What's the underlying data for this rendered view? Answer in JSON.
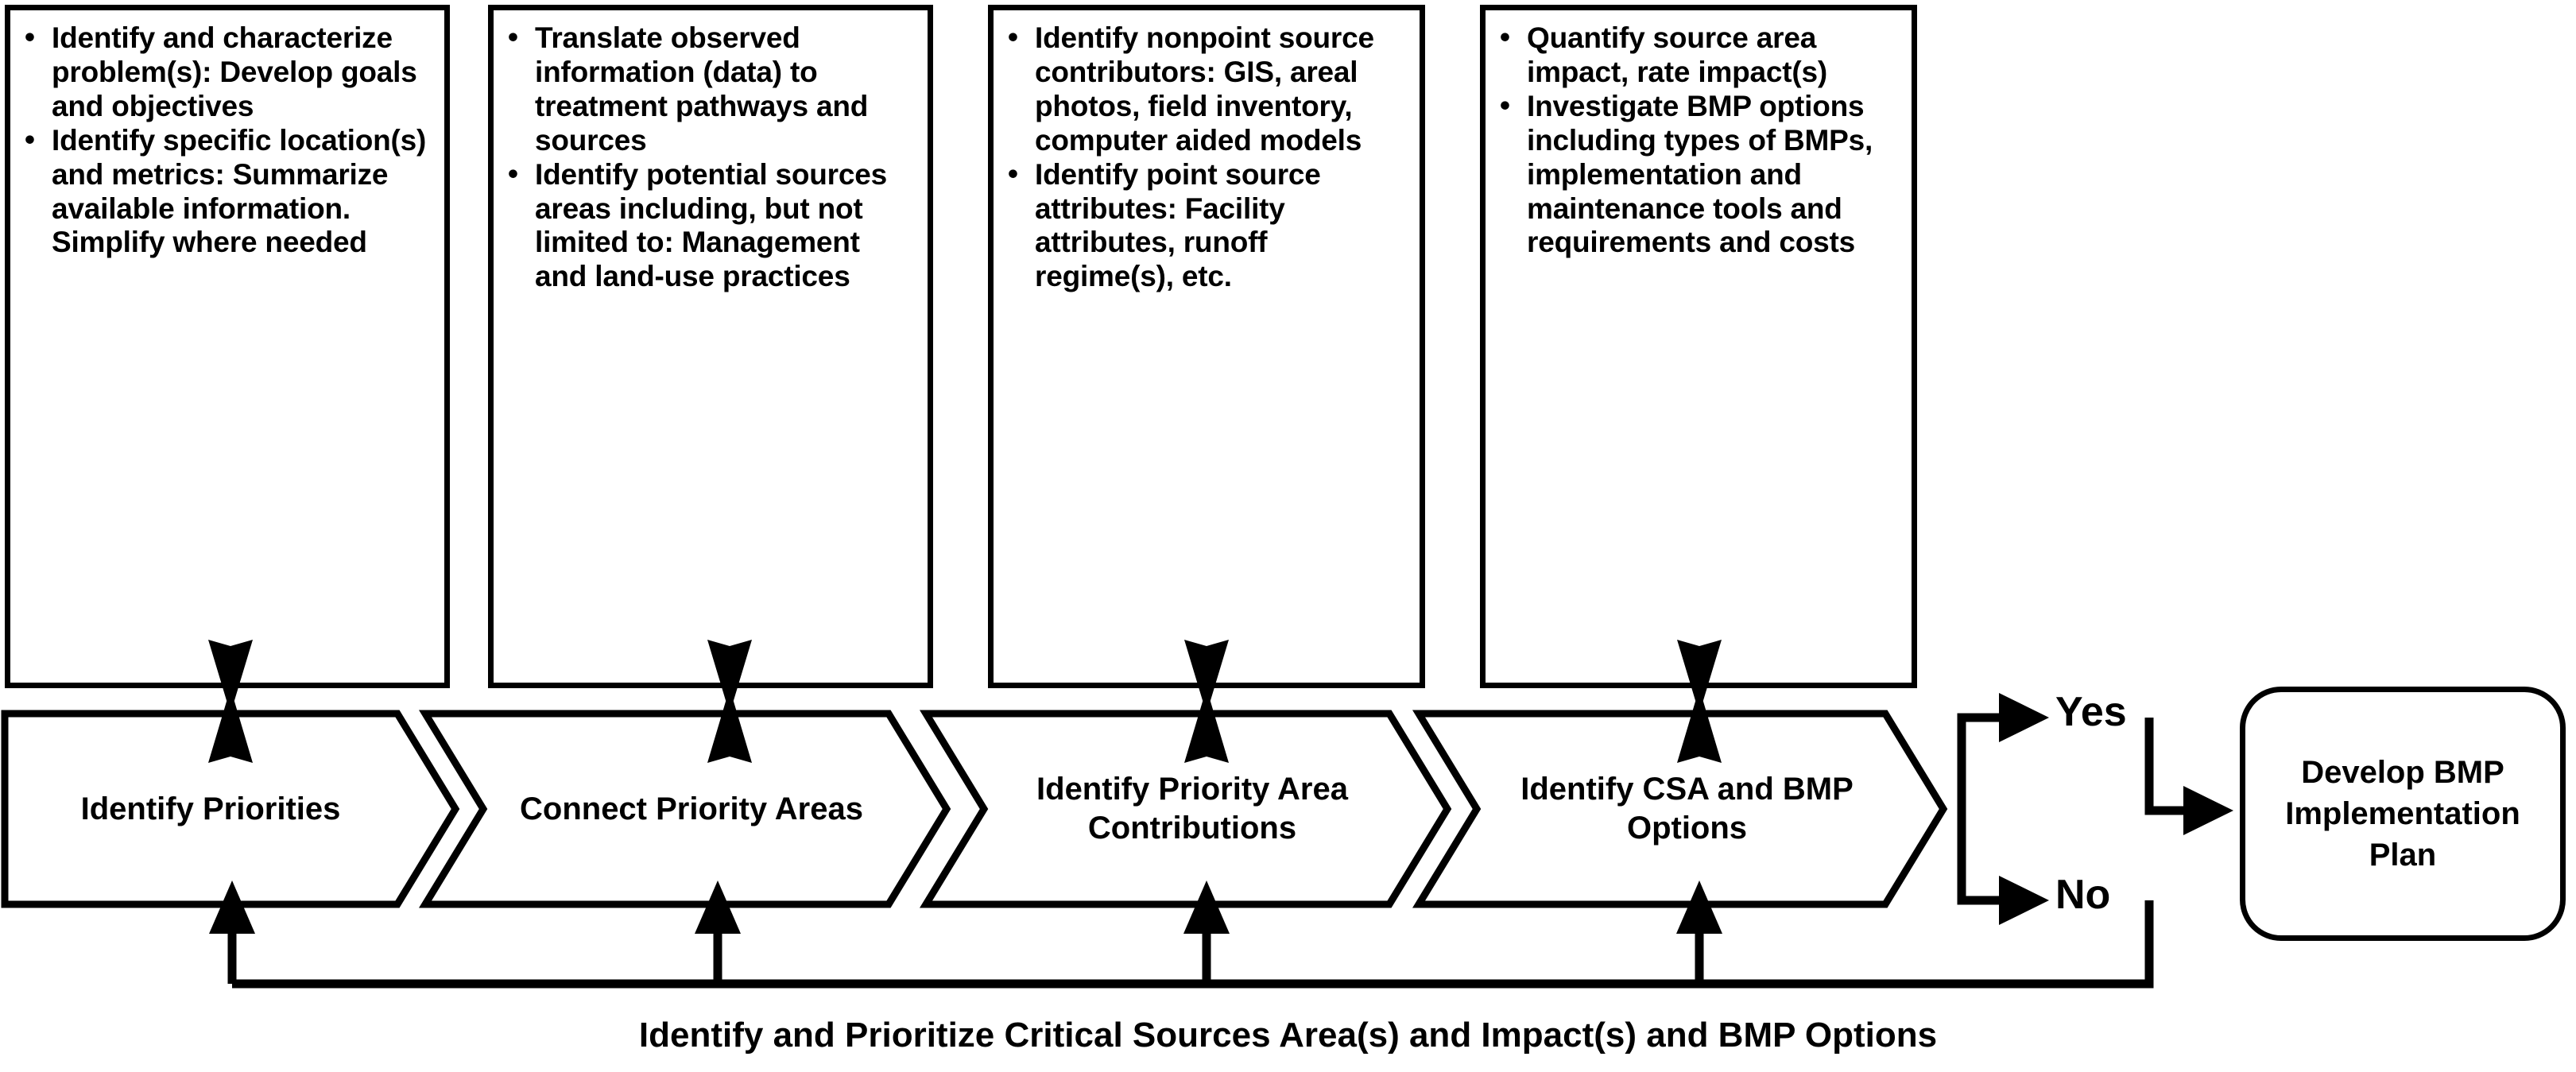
{
  "diagram": {
    "title": "Identify and Prioritize Critical Sources Area(s) and Impact(s) and BMP Options",
    "caption": "Identify and Prioritize Critical Sources Area(s) and Impact(s) and BMP Options",
    "colors": {
      "stroke": "#000000",
      "fill": "#ffffff",
      "text": "#000000"
    },
    "detail_boxes": [
      {
        "id": "detail-1",
        "bullets": [
          "Identify and characterize problem(s): Develop goals and objectives",
          "Identify specific location(s) and metrics: Summarize available information. Simplify where needed"
        ]
      },
      {
        "id": "detail-2",
        "bullets": [
          "Translate observed information (data) to treatment pathways and sources",
          "Identify potential sources areas including, but not limited to: Management and land-use practices"
        ]
      },
      {
        "id": "detail-3",
        "bullets": [
          "Identify nonpoint source contributors: GIS, areal photos, field inventory, computer aided models",
          "Identify point source attributes: Facility attributes, runoff regime(s), etc."
        ]
      },
      {
        "id": "detail-4",
        "bullets": [
          "Quantify source area impact, rate impact(s)",
          "Investigate BMP options including types of BMPs, implementation and maintenance tools and requirements and costs"
        ]
      }
    ],
    "process_steps": [
      {
        "id": "step-1",
        "label": "Identify Priorities"
      },
      {
        "id": "step-2",
        "label": "Connect Priority Areas"
      },
      {
        "id": "step-3",
        "label": "Identify Priority Area Contributions"
      },
      {
        "id": "step-4",
        "label": "Identify CSA and BMP Options"
      }
    ],
    "branches": [
      {
        "id": "branch-yes",
        "label": "Yes"
      },
      {
        "id": "branch-no",
        "label": "No"
      }
    ],
    "terminal": {
      "id": "terminal-node",
      "label": "Develop BMP Implementation Plan"
    },
    "connectors": {
      "bidirectional_note": "double-headed vertical arrow between each detail box and its process step",
      "feedback_note": "feedback line from No branch returning to every process step"
    }
  }
}
